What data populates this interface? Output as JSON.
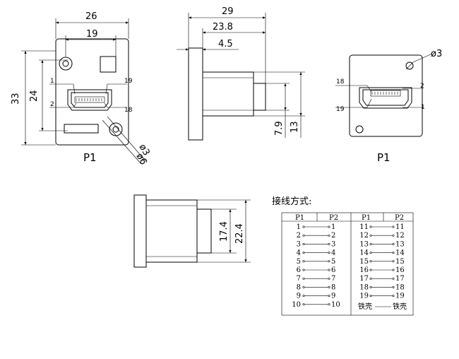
{
  "front_view": {
    "dim_width": "26",
    "dim_inner_width": "19",
    "dim_height": "33",
    "dim_inner_height": "24",
    "pin_1": "1",
    "pin_19": "19",
    "pin_2": "2",
    "pin_18": "18",
    "hole_small": "ø3",
    "hole_large": "ø6",
    "label": "P1"
  },
  "side_view": {
    "dim_total": "29",
    "dim_body": "23.8",
    "dim_flange": "4.5",
    "dim_port": "7.9",
    "dim_body_height": "13"
  },
  "back_view": {
    "pin_18": "18",
    "pin_2": "2",
    "pin_19": "19",
    "pin_1": "1",
    "hole": "ø3",
    "label": "P1"
  },
  "top_view": {
    "dim_inner": "17.4",
    "dim_outer": "22.4"
  },
  "wiring": {
    "title": "接线方式:",
    "headers": [
      "P1",
      "P2",
      "P1",
      "P2"
    ],
    "left_rows": [
      [
        "1",
        "1"
      ],
      [
        "2",
        "2"
      ],
      [
        "3",
        "3"
      ],
      [
        "4",
        "4"
      ],
      [
        "5",
        "5"
      ],
      [
        "6",
        "6"
      ],
      [
        "7",
        "7"
      ],
      [
        "8",
        "8"
      ],
      [
        "9",
        "9"
      ],
      [
        "10",
        "10"
      ]
    ],
    "right_rows": [
      [
        "11",
        "11"
      ],
      [
        "12",
        "12"
      ],
      [
        "13",
        "13"
      ],
      [
        "14",
        "14"
      ],
      [
        "15",
        "15"
      ],
      [
        "16",
        "16"
      ],
      [
        "17",
        "17"
      ],
      [
        "18",
        "18"
      ],
      [
        "19",
        "19"
      ]
    ],
    "shell_left": "铁壳",
    "shell_right": "铁壳"
  }
}
